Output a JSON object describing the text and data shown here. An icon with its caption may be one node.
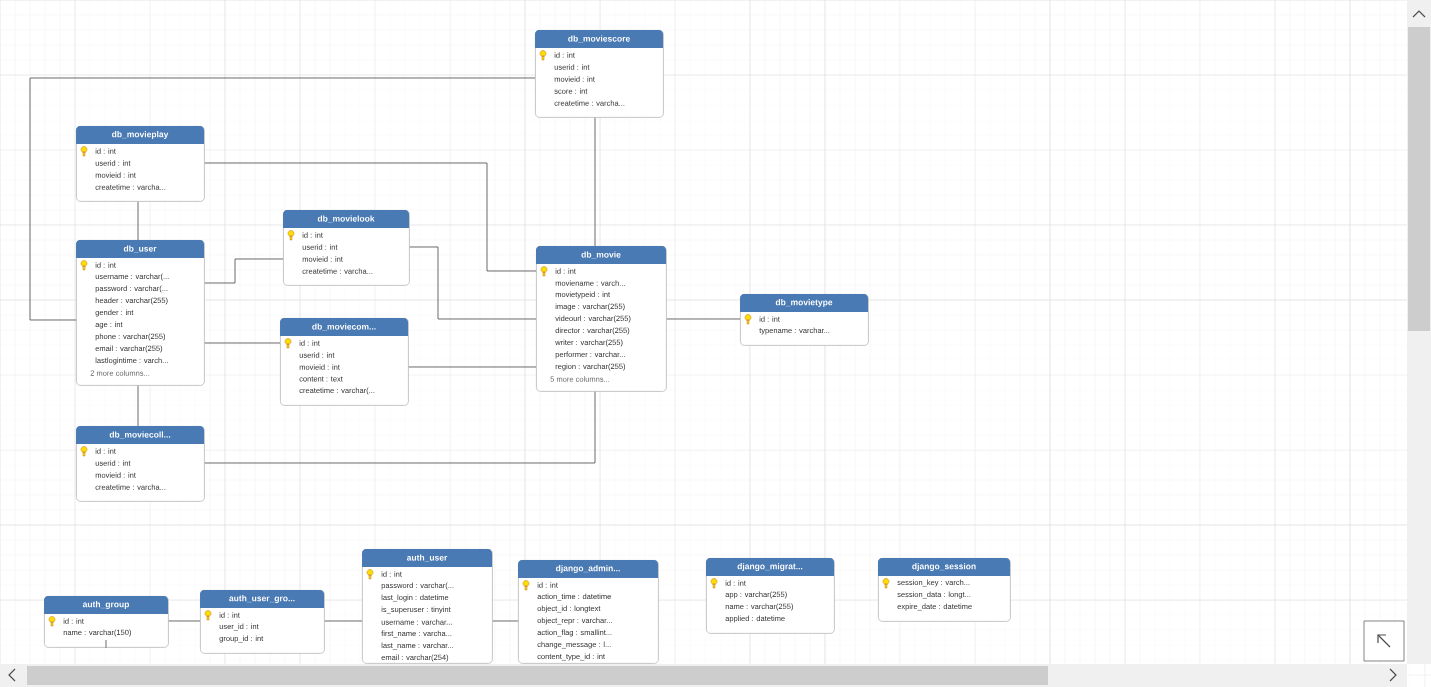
{
  "diagram": {
    "nodes": [
      {
        "text": [
          "db_moviescore",
          "id : int",
          "userid : int",
          "movieid : int",
          "score : int",
          "createtime : varcha..."
        ]
      },
      {
        "text": [
          "db_movieplay",
          "id : int",
          "userid : int",
          "movieid : int",
          "createtime : varcha..."
        ]
      },
      {
        "text": [
          "db_movielook",
          "id : int",
          "userid : int",
          "movieid : int",
          "createtime : varcha..."
        ]
      },
      {
        "text": [
          "db_user",
          "id : int",
          "username : varchar(...",
          "password : varchar(...",
          "header : varchar(255)",
          "gender : int",
          "age : int",
          "phone : varchar(255)",
          "email : varchar(255)",
          "lastlogintime : varch...",
          "2 more columns..."
        ]
      },
      {
        "text": [
          "db_moviecom...",
          "id : int",
          "userid : int",
          "movieid : int",
          "content : text",
          "createtime : varchar(..."
        ]
      },
      {
        "text": [
          "db_movie",
          "id : int",
          "moviename : varch...",
          "movietypeid : int",
          "image : varchar(255)",
          "videourl : varchar(255)",
          "director : varchar(255)",
          "writer : varchar(255)",
          "performer : varchar...",
          "region : varchar(255)",
          "5 more columns..."
        ]
      },
      {
        "text": [
          "db_movietype",
          "id : int",
          "typename : varchar..."
        ]
      },
      {
        "text": [
          "db_moviecoll...",
          "id : int",
          "userid : int",
          "movieid : int",
          "createtime : varcha..."
        ]
      },
      {
        "text": [
          "auth_group",
          "id : int",
          "name : varchar(150)"
        ]
      },
      {
        "text": [
          "auth_user_gro...",
          "id : int",
          "user_id : int",
          "group_id : int"
        ]
      },
      {
        "text": [
          "auth_user",
          "id : int",
          "password : varchar(...",
          "last_login : datetime",
          "is_superuser : tinyint",
          "username : varchar...",
          "first_name : varcha...",
          "last_name : varchar...",
          "email : varchar(254)"
        ]
      },
      {
        "text": [
          "django_admin...",
          "id : int",
          "action_time : datetime",
          "object_id : longtext",
          "object_repr : varchar...",
          "action_flag : smallint...",
          "change_message : l...",
          "content_type_id : int"
        ]
      },
      {
        "text": [
          "django_migrat...",
          "id : int",
          "app : varchar(255)",
          "name : varchar(255)",
          "applied : datetime"
        ]
      },
      {
        "text": [
          "django_session",
          "session_key : varch...",
          "session_data : longt...",
          "expire_date : datetime"
        ]
      }
    ],
    "edges": [
      {
        "from": 3,
        "to": 0,
        "arrow": "none"
      },
      {
        "from": 0,
        "to": 5,
        "arrow": "none"
      },
      {
        "from": 1,
        "to": 3,
        "arrow": "none"
      },
      {
        "from": 1,
        "to": 5,
        "arrow": "none"
      },
      {
        "from": 3,
        "to": 2,
        "arrow": "none"
      },
      {
        "from": 2,
        "to": 5,
        "arrow": "none"
      },
      {
        "from": 3,
        "to": 4,
        "arrow": "none"
      },
      {
        "from": 4,
        "to": 5,
        "arrow": "none"
      },
      {
        "from": 3,
        "to": 7,
        "arrow": "none"
      },
      {
        "from": 7,
        "to": 5,
        "arrow": "none"
      },
      {
        "from": 5,
        "to": 6,
        "arrow": "none"
      },
      {
        "from": 8,
        "to": 9,
        "arrow": "none"
      },
      {
        "from": 8,
        "to": null,
        "arrow": "none"
      },
      {
        "from": 9,
        "to": 10,
        "arrow": "none"
      },
      {
        "from": 10,
        "to": 11,
        "arrow": "none"
      }
    ]
  }
}
